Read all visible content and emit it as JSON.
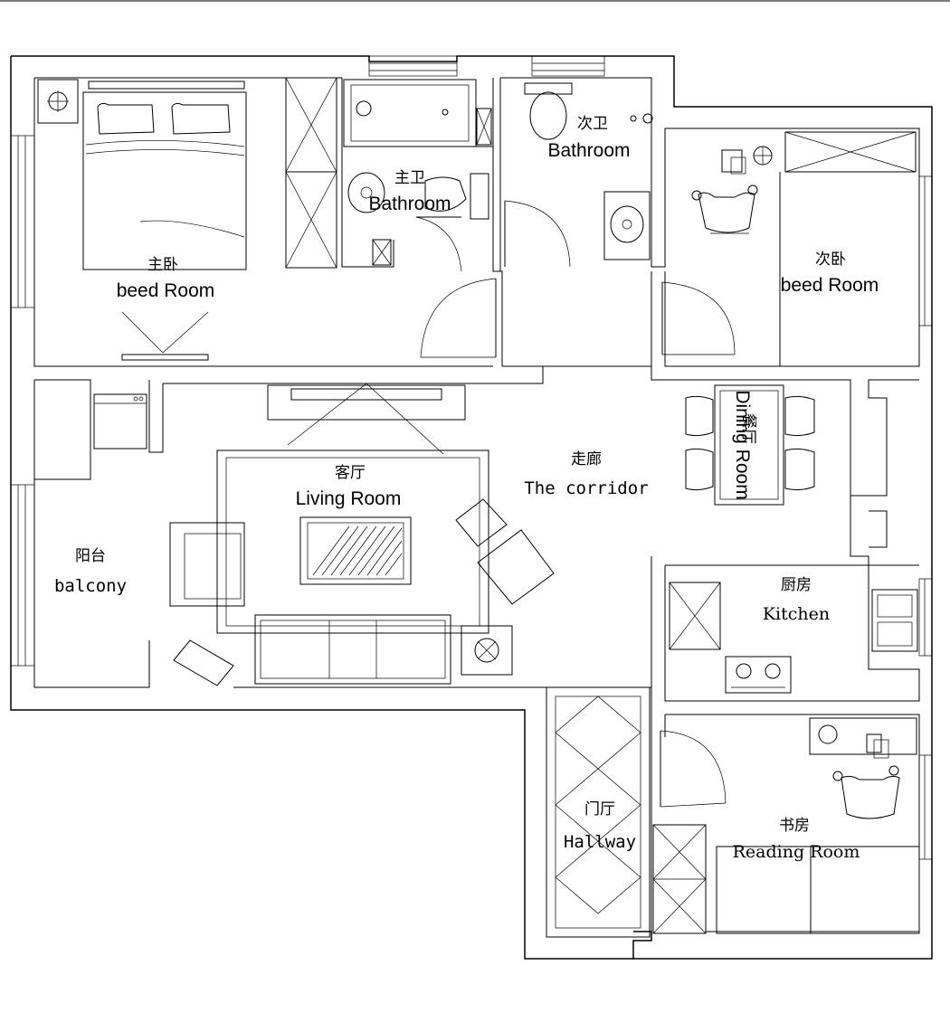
{
  "rooms": {
    "master_bedroom": {
      "cn": "主卧",
      "en": "beed Room"
    },
    "master_bathroom": {
      "cn": "主卫",
      "en": "Bathroom"
    },
    "second_bathroom": {
      "cn": "次卫",
      "en": "Bathroom"
    },
    "second_bedroom": {
      "cn": "次卧",
      "en": "beed Room"
    },
    "dining_room": {
      "cn": "餐厅",
      "en": "Dining Room"
    },
    "corridor": {
      "cn": "走廊",
      "en": "The corridor"
    },
    "living_room": {
      "cn": "客厅",
      "en": "Living Room"
    },
    "balcony": {
      "cn": "阳台",
      "en": "balcony"
    },
    "kitchen": {
      "cn": "厨房",
      "en": "Kitchen"
    },
    "hallway": {
      "cn": "门厅",
      "en": "Hallway"
    },
    "reading_room": {
      "cn": "书房",
      "en": "Reading Room"
    }
  }
}
